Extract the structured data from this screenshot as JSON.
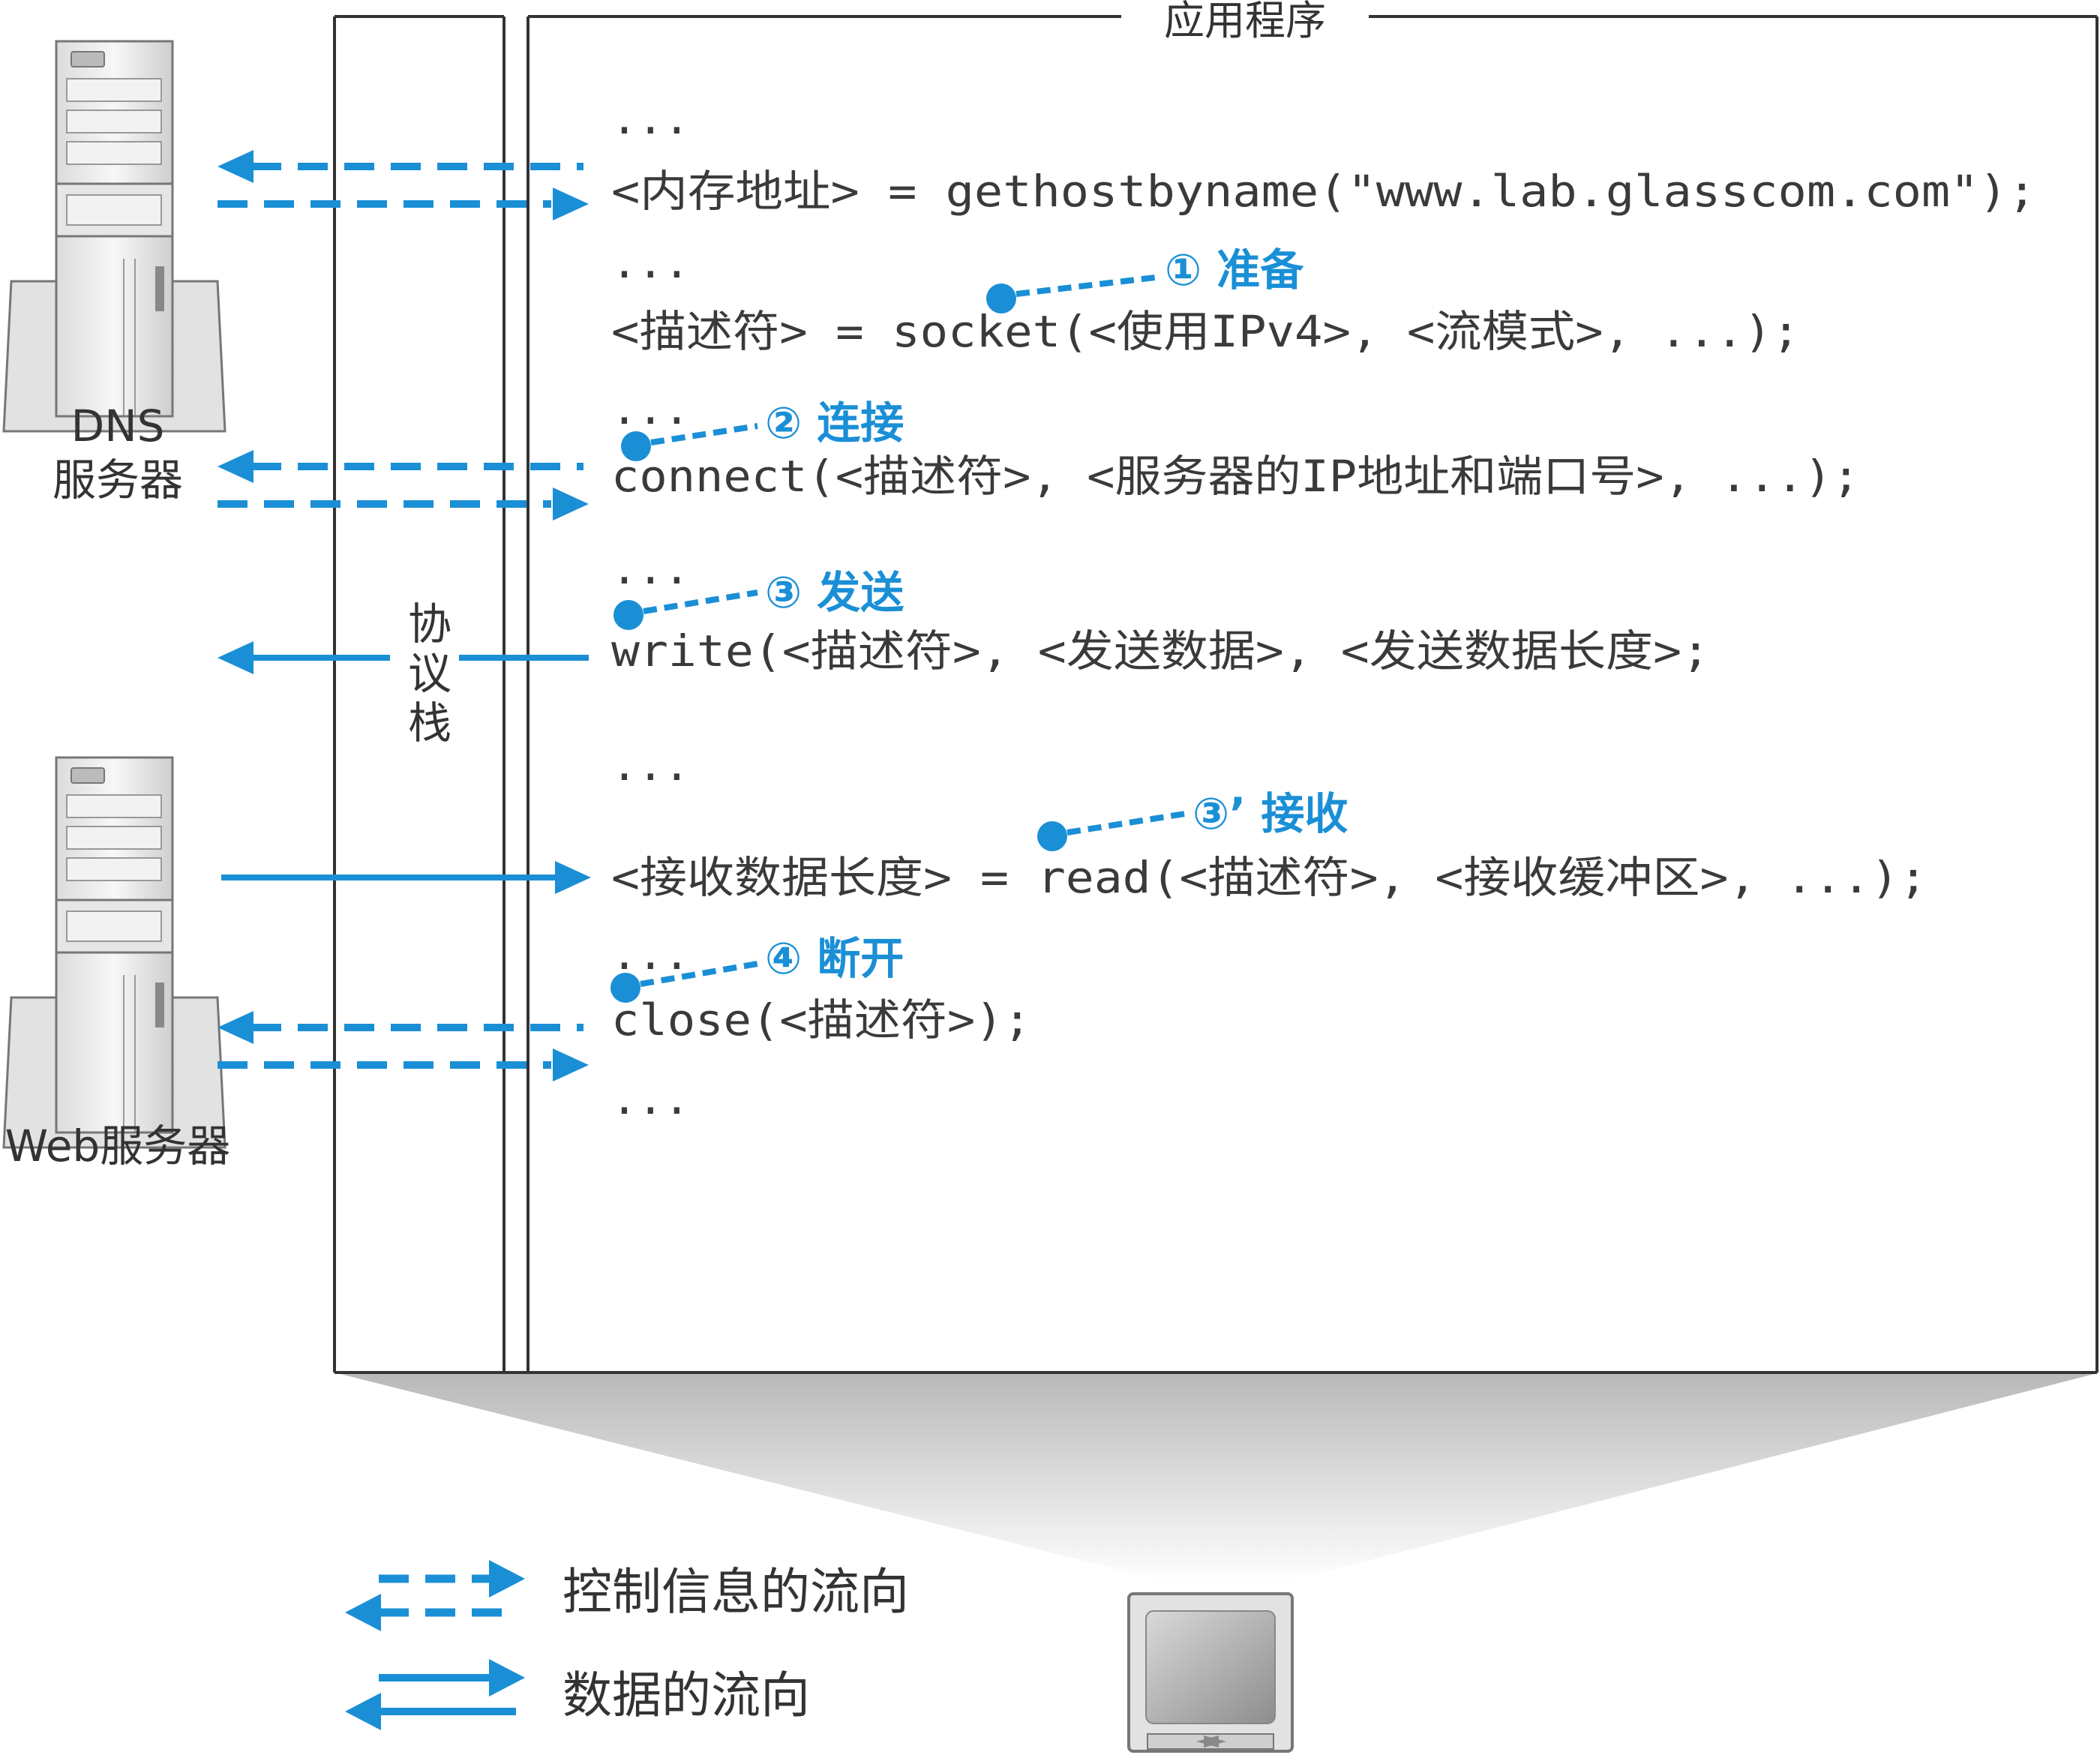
{
  "app_title": "应用程序",
  "protocol_stack": [
    "协",
    "议",
    "栈"
  ],
  "servers": {
    "dns_line1": "DNS",
    "dns_line2": "服务器",
    "web": "Web服务器"
  },
  "code": {
    "dots1": "...",
    "gethostbyname": "<内存地址> = gethostbyname(\"www.lab.glasscom.com\");",
    "dots2": "...",
    "socket": "<描述符> = socket(<使用IPv4>, <流模式>, ...);",
    "dots3": "...",
    "connect": "connect(<描述符>, <服务器的IP地址和端口号>, ...);",
    "dots4": "...",
    "write": "write(<描述符>, <发送数据>, <发送数据长度>;",
    "dots5": "...",
    "read": "<接收数据长度> = read(<描述符>, <接收缓冲区>, ...);",
    "dots6": "...",
    "close": "close(<描述符>);",
    "dots7": "..."
  },
  "annotations": {
    "prepare": "① 准备",
    "connect": "② 连接",
    "send": "③ 发送",
    "receive": "③’ 接收",
    "disconnect": "④ 断开"
  },
  "legend": {
    "control": "控制信息的流向",
    "data": "数据的流向"
  },
  "colors": {
    "accent": "#1a8fd6",
    "frame": "#333333",
    "text": "#3a3a3a"
  }
}
